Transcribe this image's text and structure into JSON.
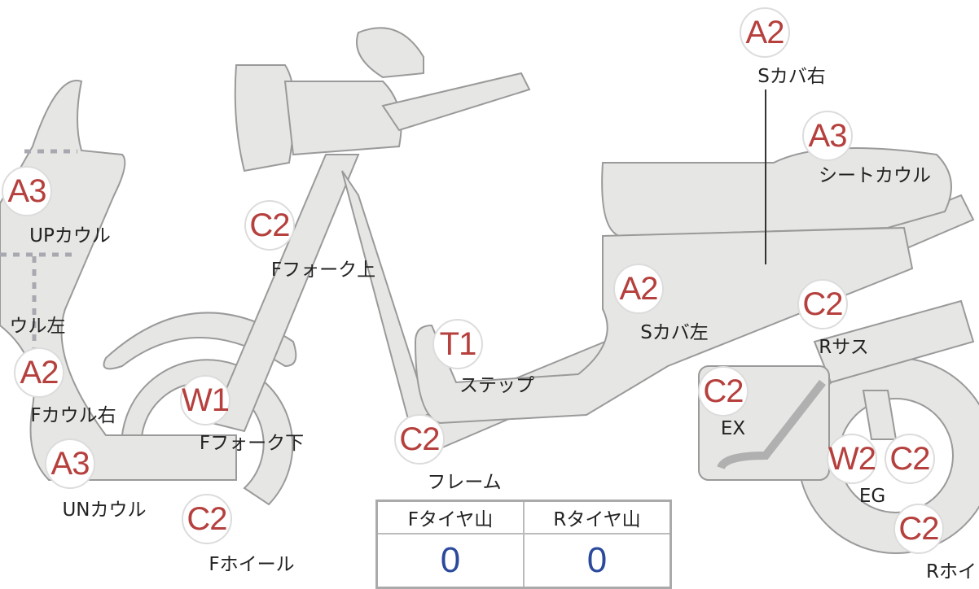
{
  "parts": [
    {
      "grade": "A2",
      "label": "Sカバ右"
    },
    {
      "grade": "A3",
      "label": "シートカウル"
    },
    {
      "grade": "A3",
      "label": "UPカウル"
    },
    {
      "grade": "C2",
      "label": "Fフォーク上"
    },
    {
      "grade": "",
      "label": "ウル左"
    },
    {
      "grade": "A2",
      "label": "Sカバ左"
    },
    {
      "grade": "C2",
      "label": "Rサス"
    },
    {
      "grade": "A2",
      "label": "Fカウル右"
    },
    {
      "grade": "T1",
      "label": "ステップ"
    },
    {
      "grade": "W1",
      "label": "Fフォーク下"
    },
    {
      "grade": "C2",
      "label": "EX"
    },
    {
      "grade": "C2",
      "label": "フレーム"
    },
    {
      "grade": "A3",
      "label": "UNカウル"
    },
    {
      "grade": "W2",
      "label": "EG"
    },
    {
      "grade": "C2",
      "label": ""
    },
    {
      "grade": "C2",
      "label": "Fホイール"
    },
    {
      "grade": "C2",
      "label": "Rホイ"
    }
  ],
  "tyre_table": {
    "front_header": "Fタイヤ山",
    "rear_header": "Rタイヤ山",
    "front_value": "0",
    "rear_value": "0"
  },
  "colors": {
    "grade": "#b5403d",
    "value": "#2b4a9c",
    "body": "#e6e6e4",
    "outline": "#9a9a9a"
  }
}
